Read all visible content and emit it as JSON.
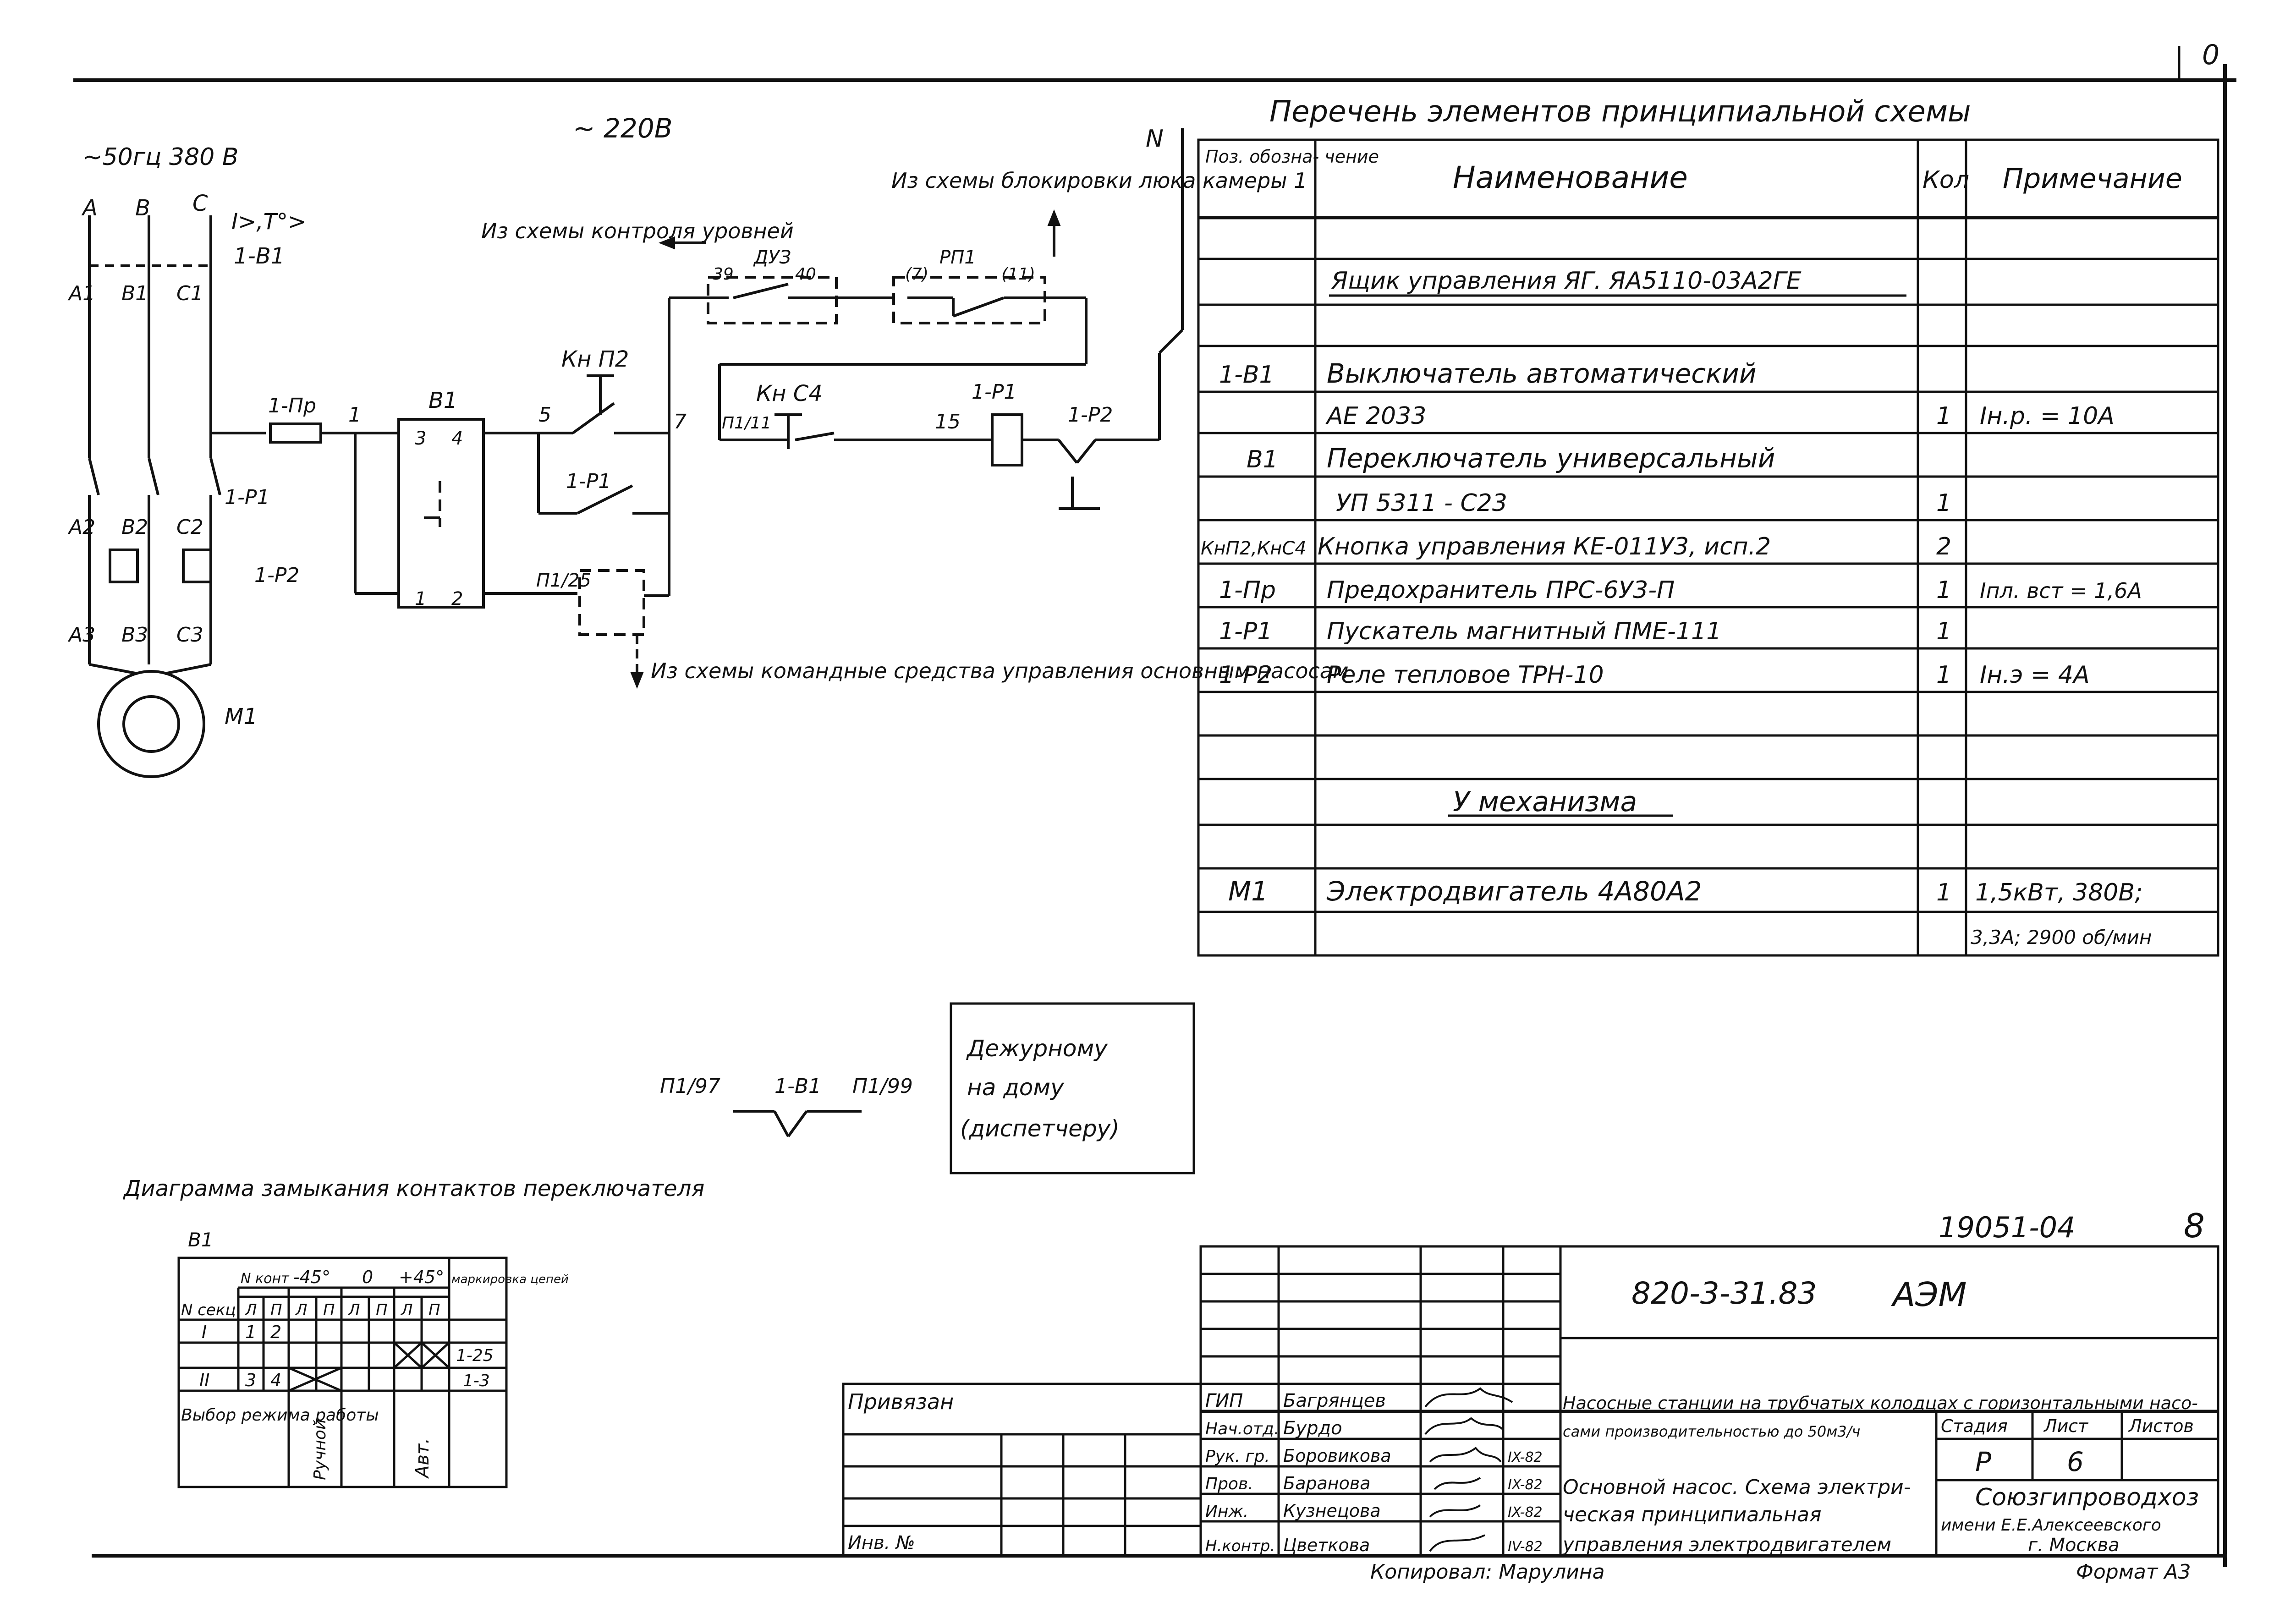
{
  "sheet": {
    "corner_mark": "0",
    "format_label": "Формат А3",
    "copied_by": "Копировал: Марулина",
    "sheet_no": "8",
    "doc_no": "19051-04"
  },
  "schematic": {
    "power_left": "~50гц 380 В",
    "power_mid": "~  220В",
    "neutral": "N",
    "phases": [
      "А",
      "В",
      "С"
    ],
    "breaker_labels": [
      "А1",
      "В1",
      "С1"
    ],
    "relay_labels": [
      "А2",
      "В2",
      "С2"
    ],
    "motor_labels": [
      "А3",
      "В3",
      "С3"
    ],
    "breaker_trip": "I>,T°>",
    "breaker_id": "1-В1",
    "contactor_main": "1-Р1",
    "thermal_relay": "1-Р2",
    "motor": "М1",
    "fuse": "1-Пр",
    "node_1": "1",
    "switch_id": "В1",
    "switch_pins": [
      "3",
      "4",
      "1",
      "2"
    ],
    "node_5": "5",
    "node_7": "7",
    "button_stop": "Кн П2",
    "contact_p1": "1-Р1",
    "node_p1_25": "П1/25",
    "from_level_ctrl": "Из схемы контроля уровней",
    "duz": "ДУЗ",
    "duz_pins": [
      "39",
      "40"
    ],
    "from_hatch": "Из схемы блокировки люка камеры 1",
    "rp1": "РП1",
    "rp1_pins": [
      "(7)",
      "(11)"
    ],
    "button_start": "Кн С4",
    "node_p1_11": "П1/11",
    "node_15": "15",
    "coil": "1-Р1",
    "contact_thermal": "1-Р2",
    "from_cmd": "Из схемы командные средства управления основным насосам",
    "disp_left": "П1/97",
    "disp_mid": "1-В1",
    "disp_right": "П1/99",
    "disp_box": [
      "Дежурному",
      "на дому",
      "(диспетчеру)"
    ]
  },
  "elements_list": {
    "title": "Перечень элементов принципиальной схемы",
    "headers": [
      "Поз. обозна- чение",
      "Наименование",
      "Кол",
      "Примечание"
    ],
    "group_1": "Ящик управления ЯГ. ЯА5110-03А2ГЕ",
    "rows": [
      {
        "pos": "1-В1",
        "name": "Выключатель автоматический",
        "qty": "",
        "note": ""
      },
      {
        "pos": "",
        "name": "АЕ 2033",
        "qty": "1",
        "note": "Iн.р. = 10А"
      },
      {
        "pos": "В1",
        "name": "Переключатель универсальный",
        "qty": "",
        "note": ""
      },
      {
        "pos": "",
        "name": "УП 5311 - С23",
        "qty": "1",
        "note": ""
      },
      {
        "pos": "КнП2,КнС4",
        "name": "Кнопка управления КЕ-011У3, исп.2",
        "qty": "2",
        "note": ""
      },
      {
        "pos": "1-Пр",
        "name": "Предохранитель ПРС-6У3-П",
        "qty": "1",
        "note": "Iпл. вст = 1,6А"
      },
      {
        "pos": "1-Р1",
        "name": "Пускатель магнитный ПМЕ-111",
        "qty": "1",
        "note": ""
      },
      {
        "pos": "1-Р2",
        "name": "Реле тепловое ТРН-10",
        "qty": "1",
        "note": "Iн.э = 4А"
      }
    ],
    "group_2": "У механизма",
    "motor_row": {
      "pos": "М1",
      "name": "Электродвигатель 4А80А2",
      "qty": "1",
      "note": "1,5кВт, 380В;",
      "note2": "3,3А; 2900 об/мин"
    }
  },
  "switch_diagram": {
    "title": "Диаграмма замыкания контактов переключателя",
    "subtitle": "В1",
    "hdr_n": "N секц",
    "hdr_cont": "N конт",
    "angles": [
      "-45°",
      "0",
      "+45°"
    ],
    "hdr_mark": "маркировка цепей",
    "lp": [
      "Л",
      "П",
      "Л",
      "П",
      "Л",
      "П",
      "Л",
      "П"
    ],
    "rows": [
      {
        "sec": "I",
        "c1": "1",
        "c2": "2",
        "mark": "1-25"
      },
      {
        "sec": "II",
        "c1": "3",
        "c2": "4",
        "mark": "1-3"
      }
    ],
    "mode_label": "Выбор режима работы",
    "mode_manual": "Ручной",
    "mode_auto": "Авт."
  },
  "title_block": {
    "attached": "Привязан",
    "inv": "Инв. №",
    "code": "820-3-31.83",
    "mark": "АЭМ",
    "roles": [
      "ГИП",
      "Нач.отд.",
      "Рук. гр.",
      "Пров.",
      "Инж.",
      "Н.контр."
    ],
    "names": [
      "Багрянцев",
      "Бурдо",
      "Боровикова",
      "Баранова",
      "Кузнецова",
      "Цветкова"
    ],
    "dates": [
      "",
      "",
      "IX-82",
      "IX-82",
      "IX-82",
      "IV-82"
    ],
    "project": [
      "Насосные станции на трубчатых колодцах с горизонтальными насо-",
      "сами производительностью до 50м3/ч"
    ],
    "sheet_title": [
      "Основной насос. Схема электри-",
      "ческая принципиальная",
      "управления электродвигателем"
    ],
    "stage_hdr": "Стадия",
    "sheet_hdr": "Лист",
    "sheets_hdr": "Листов",
    "stage": "Р",
    "sheet": "6",
    "org": [
      "Союзгипроводхоз",
      "имени Е.Е.Алексеевского",
      "г. Москва"
    ]
  },
  "colors": {
    "ink": "#111111",
    "paper": "#ffffff"
  }
}
